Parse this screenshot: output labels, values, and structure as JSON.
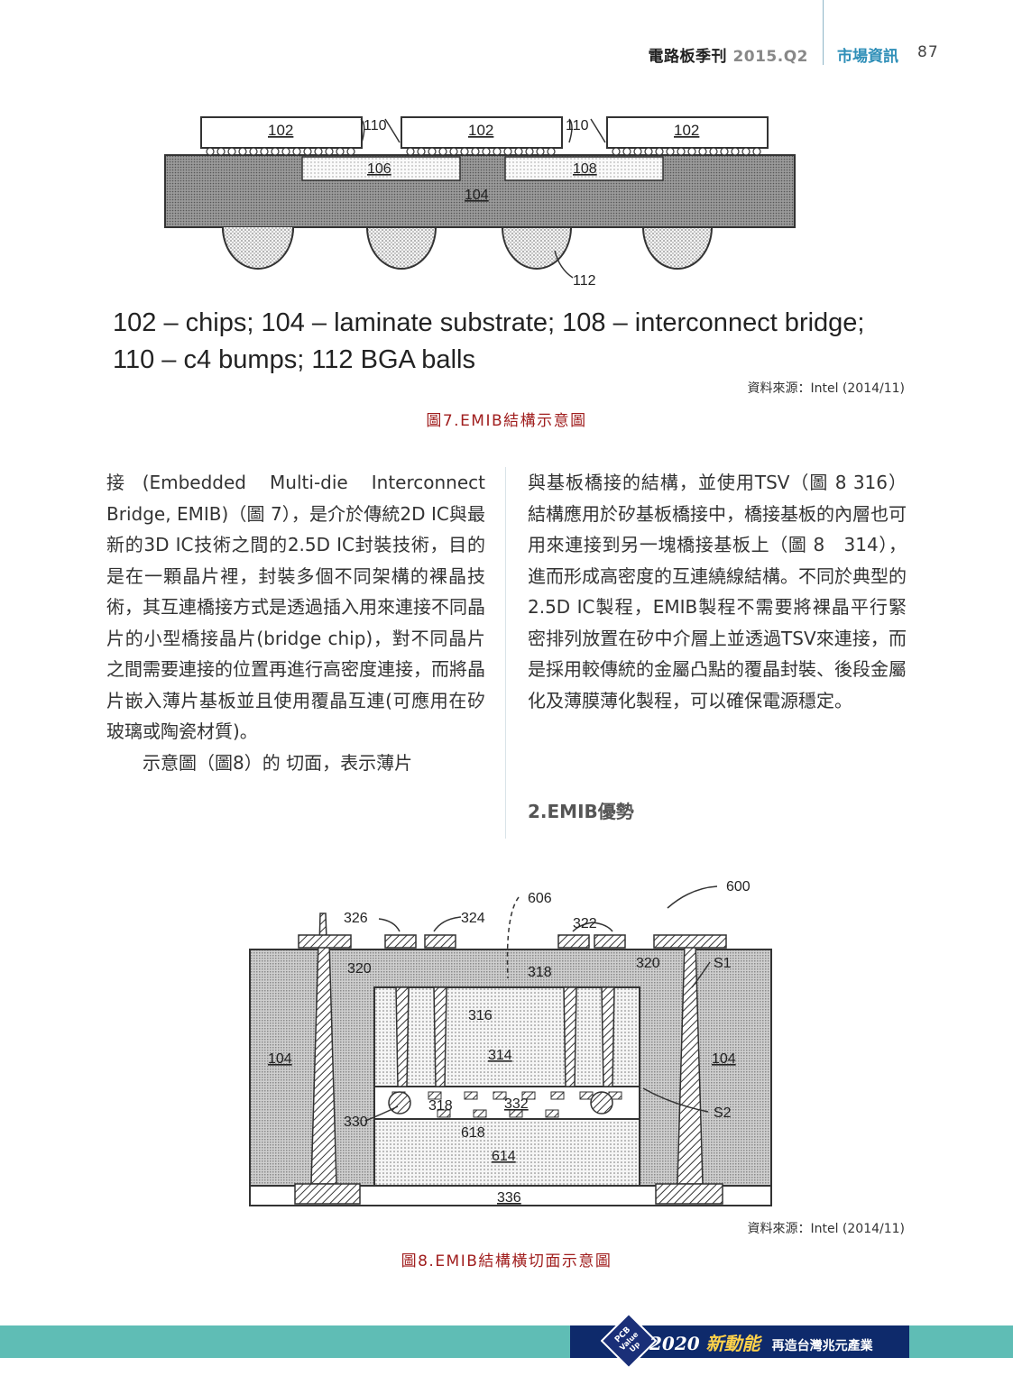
{
  "header": {
    "journal": "電路板季刊",
    "issue": "2015.Q2",
    "section": "市場資訊",
    "page": "87"
  },
  "figure7": {
    "labels": {
      "chip": "102",
      "bump": "110",
      "bridge_a": "106",
      "bridge_b": "108",
      "substrate": "104",
      "ball": "112"
    },
    "legend_line1": "102 – chips; 104 – laminate substrate; 108 – interconnect bridge;",
    "legend_line2": "110 – c4 bumps;  112 BGA balls",
    "source": "資料來源：Intel (2014/11)",
    "title": "圖7.EMIB結構示意圖"
  },
  "body": {
    "left_p1": "接(Embedded Multi-die Interconnect Bridge, EMIB)（圖 7），是介於傳統2D IC與最新的3D IC技術之間的2.5D IC封裝技術，目的是在一顆晶片裡，封裝多個不同架構的裸晶技術，其互連橋接方式是透過插入用來連接不同晶片的小型橋接晶片(bridge chip)，對不同晶片之間需要連接的位置再進行高密度連接，而將晶片嵌入薄片基板並且使用覆晶互連(可應用在矽玻璃或陶瓷材質)。",
    "left_p2": "示意圖（圖8）的 切面，表示薄片",
    "right_p1": "與基板橋接的結構，並使用TSV（圖 8 316）結構應用於矽基板橋接中，橋接基板的內層也可用來連接到另一塊橋接基板上（圖 8　314），進而形成高密度的互連繞線結構。不同於典型的2.5D IC製程，EMIB製程不需要將裸晶平行緊密排列放置在矽中介層上並透過TSV來連接，而是採用較傳統的金屬凸點的覆晶封裝、後段金屬化及薄膜薄化製程，可以確保電源穩定。",
    "subhead": "2.EMIB優勢"
  },
  "figure8": {
    "labels": {
      "l600": "600",
      "l606": "606",
      "l326": "326",
      "l324": "324",
      "l322": "322",
      "l320a": "320",
      "l320b": "320",
      "l318a": "318",
      "l318b": "318",
      "s1": "S1",
      "s2": "S2",
      "l316": "316",
      "l314": "314",
      "l104a": "104",
      "l104b": "104",
      "l332": "332",
      "l330": "330",
      "l618": "618",
      "l614": "614",
      "l336": "336"
    },
    "source": "資料來源：Intel (2014/11)",
    "title": "圖8.EMIB結構橫切面示意圖"
  },
  "footer": {
    "year": "2020",
    "slogan": "新動能",
    "sub": "再造台灣兆元產業",
    "badge_l1": "PCB",
    "badge_l2": "Value",
    "badge_l3": "Up"
  }
}
